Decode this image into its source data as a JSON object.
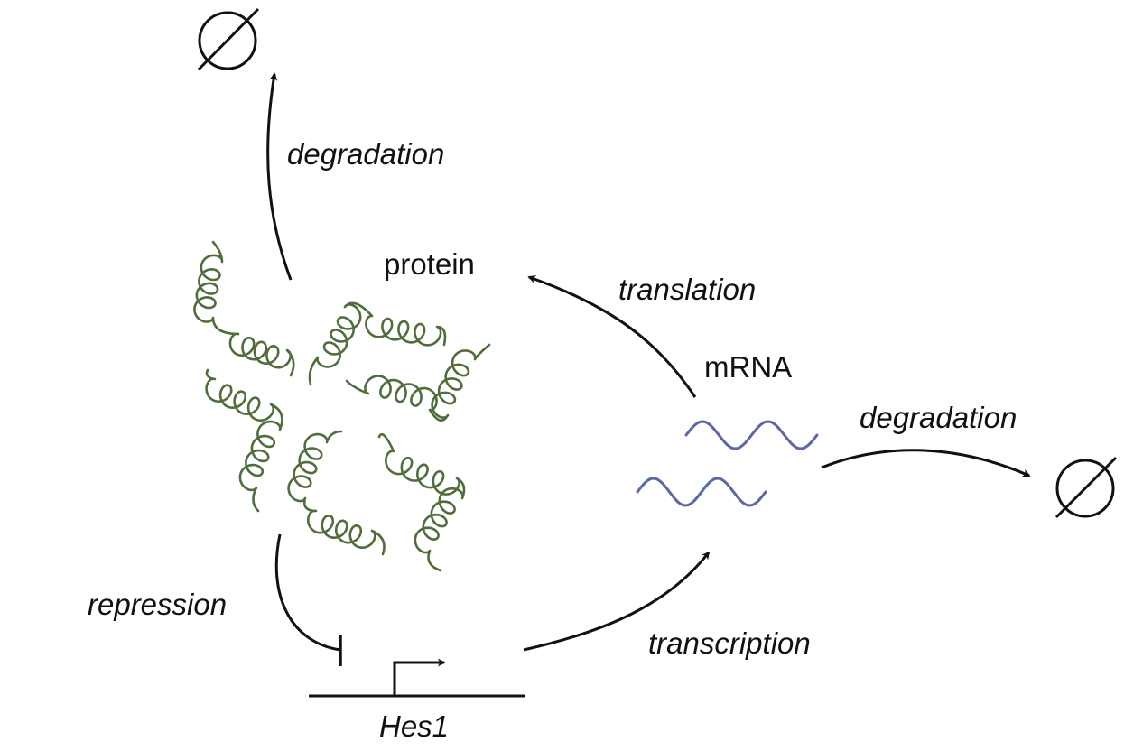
{
  "labels": {
    "protein": "protein",
    "mrna": "mRNA",
    "degradation_protein": "degradation",
    "degradation_mrna": "degradation",
    "translation": "translation",
    "transcription": "transcription",
    "repression": "repression",
    "gene": "Hes1"
  },
  "icons": {
    "null_set": "empty-set-icon",
    "protein": "alpha-helix-protein-icon",
    "mrna": "mrna-wave-icon",
    "promoter": "promoter-arrow-icon"
  },
  "colors": {
    "protein": "#4f6e3b",
    "mrna": "#5a68a8",
    "ink": "#111111"
  }
}
